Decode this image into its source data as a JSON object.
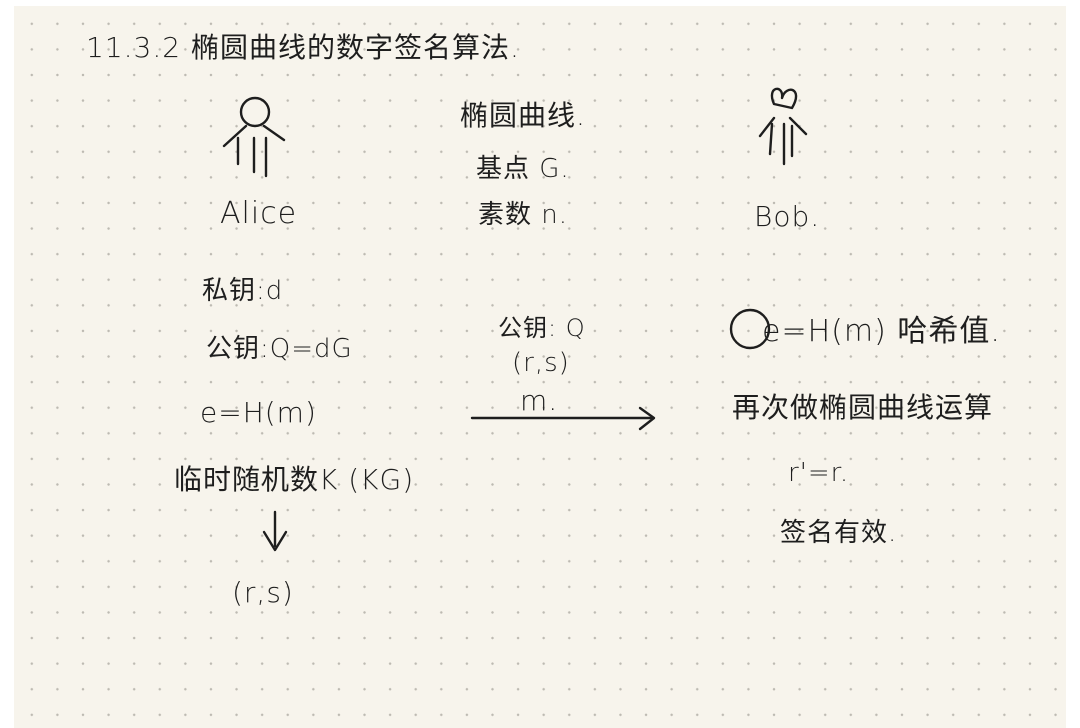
{
  "title": "11.3.2 椭圆曲线的数字签名算法.",
  "alice": {
    "name": "Alice",
    "private_key": "私钥:d",
    "public_key": "公钥:Q=dG",
    "hash": "e=H(m)",
    "random": "临时随机数K (KG)",
    "signature": "(r,s)"
  },
  "middle": {
    "curve": "椭圆曲线.",
    "base_point": "基点 G.",
    "prime": "素数 n.",
    "public_key": "公钥: Q",
    "signature": "(r,s)",
    "message": "m."
  },
  "bob": {
    "name": "Bob.",
    "hash": "e=H(m) 哈希值.",
    "compute": "再次做椭圆曲线运算",
    "compare": "r'=r.",
    "valid": "签名有效."
  }
}
